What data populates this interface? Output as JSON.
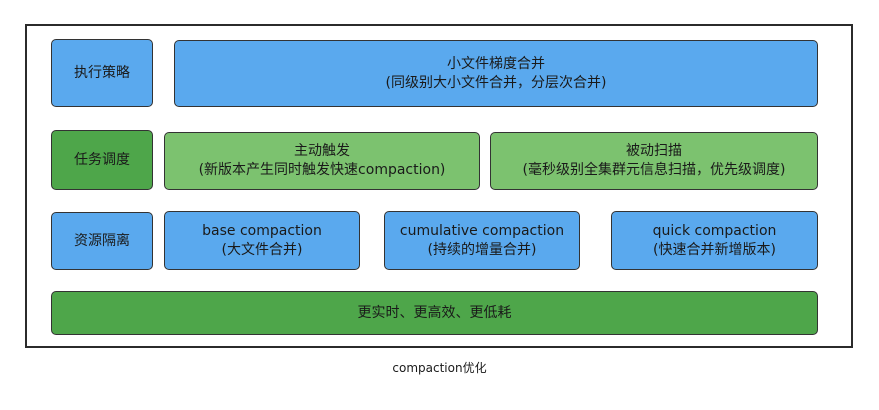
{
  "rows": {
    "strategy": {
      "label": "执行策略",
      "main": {
        "line1": "小文件梯度合并",
        "line2": "(同级别大小文件合并，分层次合并)"
      }
    },
    "scheduling": {
      "label": "任务调度",
      "active": {
        "line1": "主动触发",
        "line2": "(新版本产生同时触发快速compaction)"
      },
      "passive": {
        "line1": "被动扫描",
        "line2": "(毫秒级别全集群元信息扫描，优先级调度)"
      }
    },
    "isolation": {
      "label": "资源隔离",
      "base": {
        "line1": "base compaction",
        "line2": "(大文件合并)"
      },
      "cumulative": {
        "line1": "cumulative compaction",
        "line2": "(持续的增量合并)"
      },
      "quick": {
        "line1": "quick compaction",
        "line2": "(快速合并新增版本)"
      }
    },
    "goal": {
      "text": "更实时、更高效、更低耗"
    }
  },
  "caption": "compaction优化",
  "colors": {
    "blue": "#5aa9ee",
    "light_green": "#7cc26f",
    "dark_green": "#4ea64a",
    "border": "#333333"
  }
}
